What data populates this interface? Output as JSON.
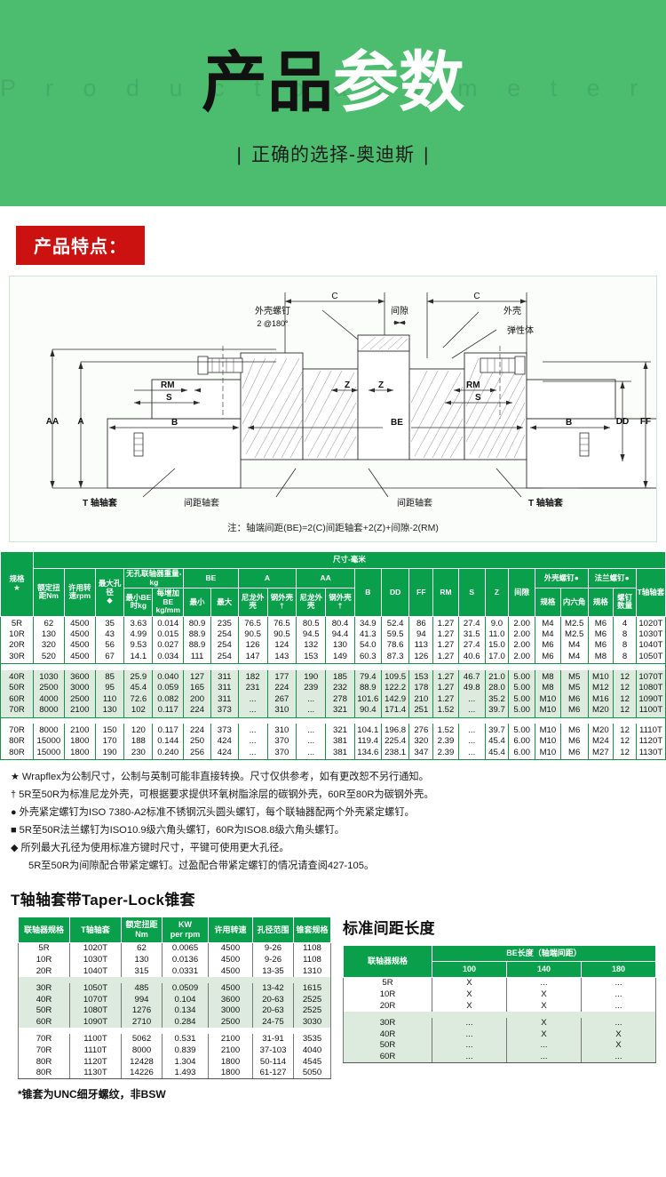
{
  "banner": {
    "ghost_text": "P r o d u c t   p a r a m e t e r s",
    "title_dark": "产品",
    "title_light": "参数",
    "subtitle": "正确的选择-奥迪斯",
    "bar_left": "|",
    "bar_right": "|"
  },
  "feature_tag": "产品特点：",
  "diagram": {
    "note": "注：轴端间距(BE)=2(C)间距轴套+2(Z)+间隙-2(RM)",
    "labels": {
      "c_left": "C",
      "c_right": "C",
      "housing_screw": "外壳螺钉",
      "housing_screw_sub": "2 @180°",
      "gap": "间隙",
      "housing": "外壳",
      "elastomer": "弹性体",
      "aa_left": "AA",
      "a_left": "A",
      "rm_left": "RM",
      "s_left": "S",
      "b_left": "B",
      "be": "BE",
      "z1": "Z",
      "z2": "Z",
      "rm_right": "RM",
      "s_right": "S",
      "b_right": "B",
      "dd": "DD",
      "ff": "FF",
      "t_bush_left": "T 轴轴套",
      "spacer_left": "间距轴套",
      "spacer_right": "间距轴套",
      "t_bush_right": "T 轴轴套"
    }
  },
  "spec_table": {
    "group_title": "尺寸-毫米",
    "headers": {
      "size": "规格",
      "size_mark": "★",
      "torque": "额定扭距Nm",
      "rpm": "许用转速rpm",
      "max_bore": "最大孔径",
      "max_bore_mark": "◆",
      "weight_group": "无孔联轴器重量-kg",
      "weight_min": "最小BE时kg",
      "weight_add": "每增加BE kg/mm",
      "be": "BE",
      "be_min": "最小",
      "be_max": "最大",
      "a": "A",
      "a_nylon": "尼龙外壳",
      "a_steel": "钢外壳 †",
      "aa": "AA",
      "aa_nylon": "尼龙外壳",
      "aa_steel": "钢外壳 †",
      "b": "B",
      "dd": "DD",
      "ff": "FF",
      "rm": "RM",
      "s": "S",
      "z": "Z",
      "gap": "间隙",
      "housing_screw_group": "外壳螺钉●",
      "hs_spec": "规格",
      "hs_hex": "内六角",
      "flange_screw_group": "法兰螺钉●",
      "fs_spec": "规格",
      "fs_count": "螺钉数量",
      "t_bush": "T轴轴套"
    },
    "groups": [
      {
        "band": false,
        "rows": [
          [
            "5R",
            "62",
            "4500",
            "35",
            "3.63",
            "0.014",
            "80.9",
            "235",
            "76.5",
            "76.5",
            "80.5",
            "80.4",
            "34.9",
            "52.4",
            "86",
            "1.27",
            "27.4",
            "9.0",
            "2.00",
            "M4",
            "M2.5",
            "M6",
            "4",
            "1020T"
          ],
          [
            "10R",
            "130",
            "4500",
            "43",
            "4.99",
            "0.015",
            "88.9",
            "254",
            "90.5",
            "90.5",
            "94.5",
            "94.4",
            "41.3",
            "59.5",
            "94",
            "1.27",
            "31.5",
            "11.0",
            "2.00",
            "M4",
            "M2.5",
            "M6",
            "8",
            "1030T"
          ],
          [
            "20R",
            "320",
            "4500",
            "56",
            "9.53",
            "0.027",
            "88.9",
            "254",
            "126",
            "124",
            "132",
            "130",
            "54.0",
            "78.6",
            "113",
            "1.27",
            "27.4",
            "15.0",
            "2.00",
            "M6",
            "M4",
            "M6",
            "8",
            "1040T"
          ],
          [
            "30R",
            "520",
            "4500",
            "67",
            "14.1",
            "0.034",
            "111",
            "254",
            "147",
            "143",
            "153",
            "149",
            "60.3",
            "87.3",
            "126",
            "1.27",
            "40.6",
            "17.0",
            "2.00",
            "M6",
            "M4",
            "M8",
            "8",
            "1050T"
          ]
        ]
      },
      {
        "band": true,
        "rows": [
          [
            "40R",
            "1030",
            "3600",
            "85",
            "25.9",
            "0.040",
            "127",
            "311",
            "182",
            "177",
            "190",
            "185",
            "79.4",
            "109.5",
            "153",
            "1.27",
            "46.7",
            "21.0",
            "5.00",
            "M8",
            "M5",
            "M10",
            "12",
            "1070T"
          ],
          [
            "50R",
            "2500",
            "3000",
            "95",
            "45.4",
            "0.059",
            "165",
            "311",
            "231",
            "224",
            "239",
            "232",
            "88.9",
            "122.2",
            "178",
            "1.27",
            "49.8",
            "28.0",
            "5.00",
            "M8",
            "M5",
            "M12",
            "12",
            "1080T"
          ],
          [
            "60R",
            "4000",
            "2500",
            "110",
            "72.6",
            "0.082",
            "200",
            "311",
            "...",
            "267",
            "...",
            "278",
            "101.6",
            "142.9",
            "210",
            "1.27",
            "...",
            "35.2",
            "5.00",
            "M10",
            "M6",
            "M16",
            "12",
            "1090T"
          ],
          [
            "70R",
            "8000",
            "2100",
            "130",
            "102",
            "0.117",
            "224",
            "373",
            "...",
            "310",
            "...",
            "321",
            "90.4",
            "171.4",
            "251",
            "1.52",
            "...",
            "39.7",
            "5.00",
            "M10",
            "M6",
            "M20",
            "12",
            "1100T"
          ]
        ]
      },
      {
        "band": false,
        "rows": [
          [
            "70R",
            "8000",
            "2100",
            "150",
            "120",
            "0.117",
            "224",
            "373",
            "...",
            "310",
            "...",
            "321",
            "104.1",
            "196.8",
            "276",
            "1.52",
            "...",
            "39.7",
            "5.00",
            "M10",
            "M6",
            "M20",
            "12",
            "1110T"
          ],
          [
            "80R",
            "15000",
            "1800",
            "170",
            "188",
            "0.144",
            "250",
            "424",
            "...",
            "370",
            "...",
            "381",
            "119.4",
            "225.4",
            "320",
            "2.39",
            "...",
            "45.4",
            "6.00",
            "M10",
            "M6",
            "M24",
            "12",
            "1120T"
          ],
          [
            "80R",
            "15000",
            "1800",
            "190",
            "230",
            "0.240",
            "256",
            "424",
            "...",
            "370",
            "...",
            "381",
            "134.6",
            "238.1",
            "347",
            "2.39",
            "...",
            "45.4",
            "6.00",
            "M10",
            "M6",
            "M27",
            "12",
            "1130T"
          ]
        ]
      }
    ]
  },
  "notes": [
    {
      "mark": "★",
      "text": "Wrapflex为公制尺寸，公制与英制可能非直接转换。尺寸仅供参考，如有更改恕不另行通知。",
      "indent": false
    },
    {
      "mark": "†",
      "text": "5R至50R为标准尼龙外壳，可根据要求提供环氧树脂涂层的碳钢外壳，60R至80R为碳钢外壳。",
      "indent": false
    },
    {
      "mark": "●",
      "text": "外壳紧定螺钉为ISO 7380-A2标准不锈钢沉头圆头螺钉，每个联轴器配两个外壳紧定螺钉。",
      "indent": false
    },
    {
      "mark": "■",
      "text": "5R至50R法兰螺钉为ISO10.9级六角头螺钉，60R为ISO8.8级六角头螺钉。",
      "indent": false
    },
    {
      "mark": "◆",
      "text": "所列最大孔径为使用标准方键时尺寸，平键可使用更大孔径。",
      "indent": false
    },
    {
      "mark": "",
      "text": "5R至50R为间隙配合带紧定螺钉。过盈配合带紧定螺钉的情况请查阅427-105。",
      "indent": true
    }
  ],
  "taper": {
    "title": "T轴轴套带Taper-Lock锥套",
    "headers": [
      "联轴器规格",
      "T轴轴套",
      "额定扭距Nm",
      "KW per rpm",
      "许用转速",
      "孔径范围",
      "锥套规格"
    ],
    "groups": [
      {
        "band": false,
        "rows": [
          [
            "5R",
            "1020T",
            "62",
            "0.0065",
            "4500",
            "9-26",
            "1108"
          ],
          [
            "10R",
            "1030T",
            "130",
            "0.0136",
            "4500",
            "9-26",
            "1108"
          ],
          [
            "20R",
            "1040T",
            "315",
            "0.0331",
            "4500",
            "13-35",
            "1310"
          ]
        ]
      },
      {
        "band": true,
        "rows": [
          [
            "30R",
            "1050T",
            "485",
            "0.0509",
            "4500",
            "13-42",
            "1615"
          ],
          [
            "40R",
            "1070T",
            "994",
            "0.104",
            "3600",
            "20-63",
            "2525"
          ],
          [
            "50R",
            "1080T",
            "1276",
            "0.134",
            "3000",
            "20-63",
            "2525"
          ],
          [
            "60R",
            "1090T",
            "2710",
            "0.284",
            "2500",
            "24-75",
            "3030"
          ]
        ]
      },
      {
        "band": false,
        "rows": [
          [
            "70R",
            "1100T",
            "5062",
            "0.531",
            "2100",
            "31-91",
            "3535"
          ],
          [
            "70R",
            "1110T",
            "8000",
            "0.839",
            "2100",
            "37-103",
            "4040"
          ],
          [
            "80R",
            "1120T",
            "12428",
            "1.304",
            "1800",
            "50-114",
            "4545"
          ],
          [
            "80R",
            "1130T",
            "14226",
            "1.493",
            "1800",
            "61-127",
            "5050"
          ]
        ]
      }
    ],
    "footnote": "*锥套为UNC细牙螺纹，非BSW"
  },
  "spacing": {
    "title": "标准间距长度",
    "col_size": "联轴器规格",
    "col_group": "BE长度（轴端间距）",
    "sub_headers": [
      "100",
      "140",
      "180"
    ],
    "groups": [
      {
        "band": false,
        "rows": [
          [
            "5R",
            "X",
            "...",
            "..."
          ],
          [
            "10R",
            "X",
            "X",
            "..."
          ],
          [
            "20R",
            "X",
            "X",
            "..."
          ]
        ]
      },
      {
        "band": true,
        "rows": [
          [
            "30R",
            "...",
            "X",
            "..."
          ],
          [
            "40R",
            "...",
            "X",
            "X"
          ],
          [
            "50R",
            "...",
            "...",
            "X"
          ],
          [
            "60R",
            "...",
            "...",
            "..."
          ]
        ]
      }
    ]
  }
}
